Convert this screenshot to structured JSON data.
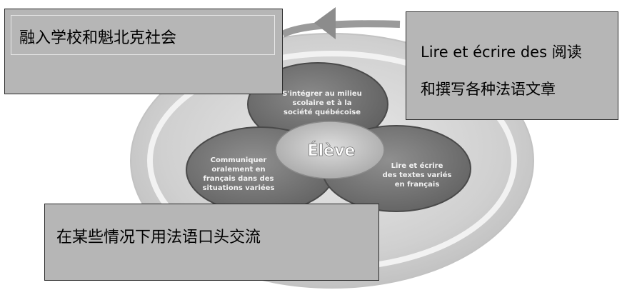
{
  "venn": {
    "top": [
      "S'intégrer au milieu",
      "scolaire et à la",
      "société québécoise"
    ],
    "left": [
      "Communiquer",
      "oralement en",
      "français dans des",
      "situations variées"
    ],
    "right": [
      "Lire et écrire",
      "des textes variés",
      "en français"
    ],
    "center": "Élève"
  },
  "callouts": {
    "top_left": "融入学校和魁北克社会",
    "top_right": [
      "Lire et écrire des 阅读",
      "和撰写各种法语文章"
    ],
    "bottom_left": "在某些情况下用法语口头交流"
  },
  "colors": {
    "callout_fill": "#b6b6b6",
    "circle_top": "#777777",
    "circle_sides": "#7e7e7e",
    "center_overlap": "#c9c9c9",
    "ring": "#d4d4d4"
  }
}
